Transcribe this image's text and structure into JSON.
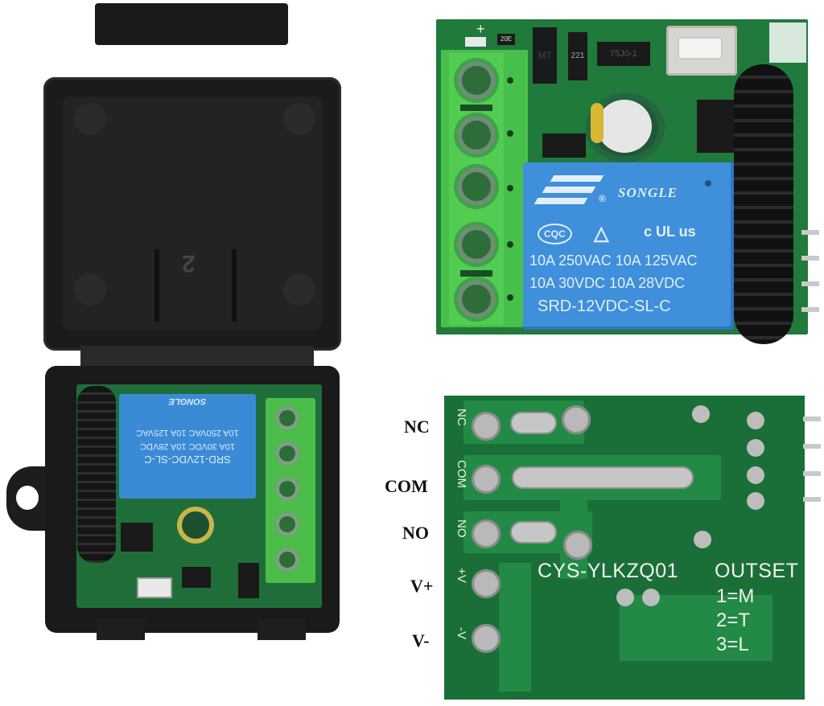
{
  "scene": {
    "description": "Product photo of a single-channel 12V RF wireless relay receiver module shown in its black enclosure, with top view and bottom (solder side) view of the PCB."
  },
  "enclosure": {
    "lid_mark": "2"
  },
  "relay": {
    "brand": "SONGLE",
    "certifications": [
      "CQC",
      "c UL us"
    ],
    "ratings": {
      "line1": "10A 250VAC 10A 125VAC",
      "line2": "10A 30VDC 10A 28VDC"
    },
    "model": "SRD-12VDC-SL-C"
  },
  "top_board": {
    "silk_plus": "+",
    "resistor_code": "20E",
    "inductor_code": "221",
    "regulator_code": "75J0-1",
    "diode_code": "M7"
  },
  "bottom_board": {
    "silk_pads": [
      "NC",
      "COM",
      "NO",
      "+V",
      "-V"
    ],
    "model_text": "CYS-YLKZQ01",
    "outset_title": "OUTSET",
    "outset_options": [
      "1=M",
      "2=T",
      "3=L"
    ]
  },
  "pin_labels": [
    {
      "label": "NC"
    },
    {
      "label": "COM"
    },
    {
      "label": "NO"
    },
    {
      "label": "V+"
    },
    {
      "label": "V-"
    }
  ]
}
